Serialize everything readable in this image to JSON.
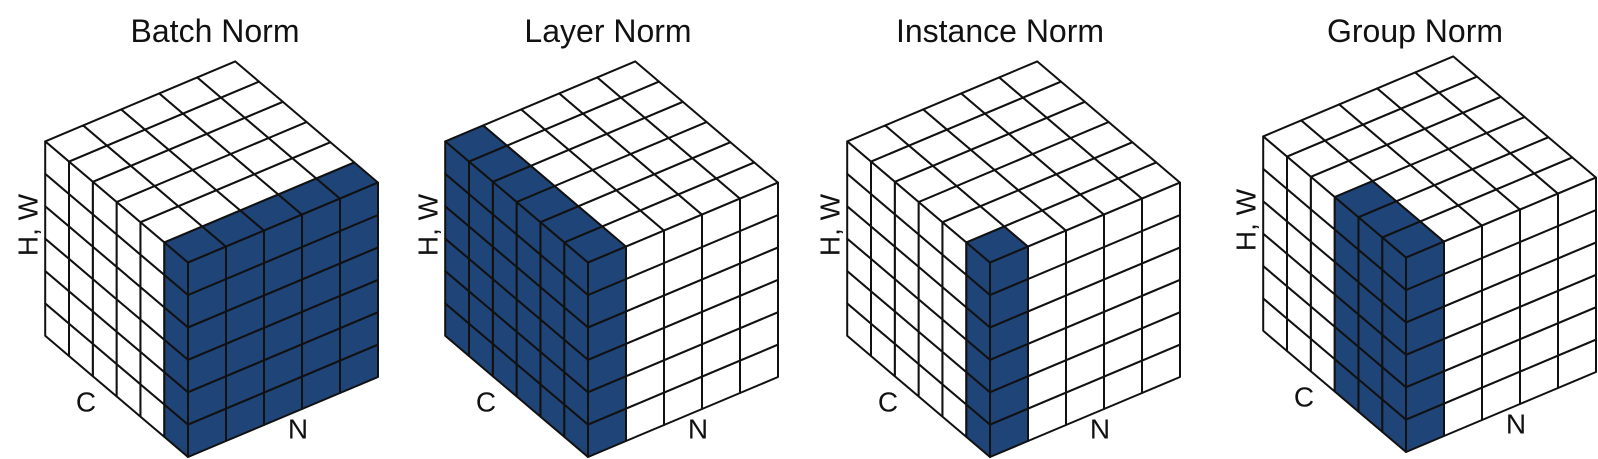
{
  "colors": {
    "highlight": "#1f4477",
    "empty": "#ffffff",
    "stroke": "#111111"
  },
  "grid": {
    "n": 5,
    "c": 6,
    "hw": 6
  },
  "axis_labels": {
    "hw": "H, W",
    "c": "C",
    "n": "N"
  },
  "panels": [
    {
      "title": "Batch Norm",
      "highlight": {
        "n": [
          0,
          5
        ],
        "c": [
          0,
          1
        ]
      }
    },
    {
      "title": "Layer Norm",
      "highlight": {
        "n": [
          0,
          1
        ],
        "c": [
          0,
          6
        ]
      }
    },
    {
      "title": "Instance Norm",
      "highlight": {
        "n": [
          0,
          1
        ],
        "c": [
          0,
          1
        ]
      }
    },
    {
      "title": "Group Norm",
      "highlight": {
        "n": [
          0,
          1
        ],
        "c": [
          0,
          3
        ]
      }
    }
  ]
}
